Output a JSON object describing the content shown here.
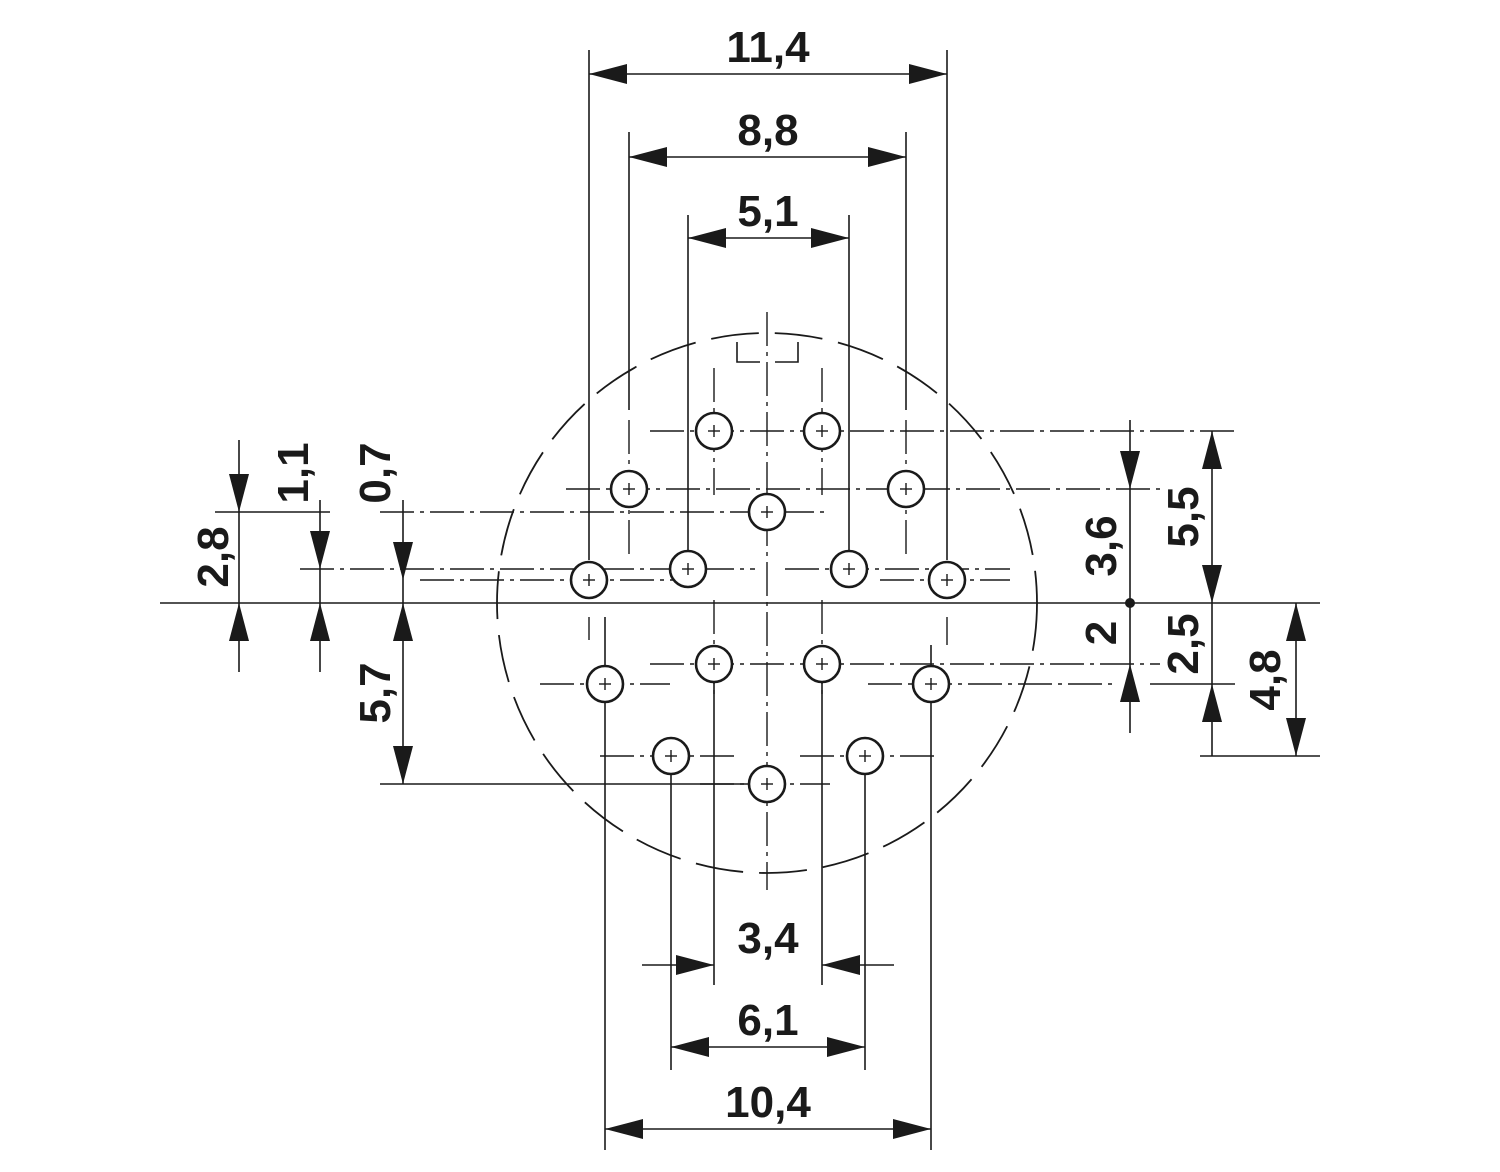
{
  "dimensions": {
    "top_width_outer": "11,4",
    "top_width_mid": "8,8",
    "top_width_inner": "5,1",
    "bottom_width_inner": "3,4",
    "bottom_width_mid": "6,1",
    "bottom_width_outer": "10,4",
    "left_height_outer": "2,8",
    "left_offset_a": "1,1",
    "left_offset_b": "0,7",
    "left_height_lower": "5,7",
    "right_height_upper": "3,6",
    "right_height_lower": "2",
    "right_height_outer": "5,5",
    "right_height_mid": "2,5",
    "right_height_far": "4,8"
  },
  "colors": {
    "line": "#1a1a1a",
    "background": "#ffffff"
  }
}
